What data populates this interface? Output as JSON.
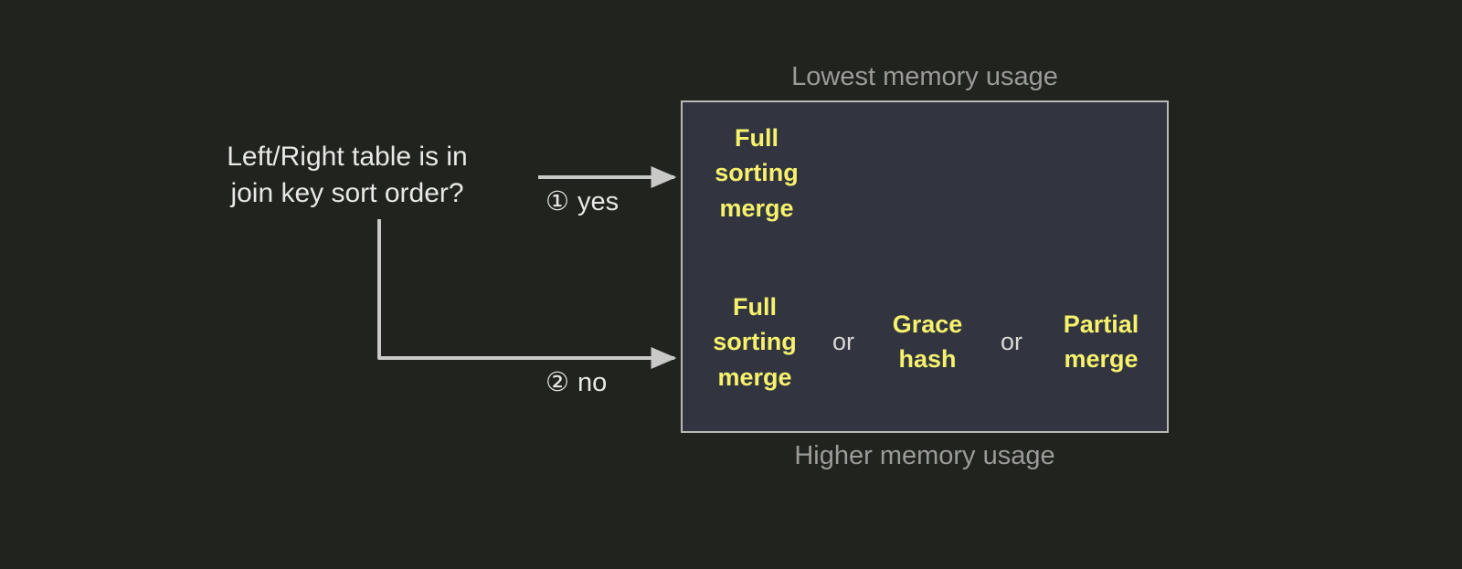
{
  "diagram": {
    "question": "Left/Right table is in\njoin key sort order?",
    "branches": [
      {
        "marker": "①",
        "label": "yes",
        "name": "yes"
      },
      {
        "marker": "②",
        "label": "no",
        "name": "no"
      }
    ],
    "captions": {
      "top": "Lowest memory usage",
      "bottom": "Higher memory usage"
    },
    "separator": "or",
    "panel": {
      "sorted_row": {
        "options": [
          "Full\nsorting\nmerge"
        ]
      },
      "unsorted_row": {
        "options": [
          "Full\nsorting\nmerge",
          "Grace\nhash",
          "Partial\nmerge"
        ]
      }
    },
    "colors": {
      "background": "#21231e",
      "panel_fill": "#32353f",
      "panel_border": "#b9b9b7",
      "option_text": "#f6f26d",
      "body_text": "#e8e8e6",
      "caption_text": "#9b9b99",
      "connector": "#c9c9c7"
    }
  }
}
